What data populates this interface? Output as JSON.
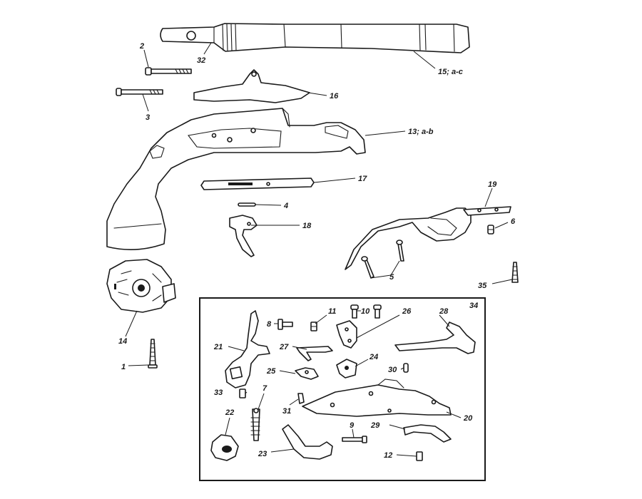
{
  "diagram": {
    "labels": {
      "p1": "1",
      "p2": "2",
      "p3": "3",
      "p4": "4",
      "p5": "5",
      "p6": "6",
      "p7": "7",
      "p8": "8",
      "p9": "9",
      "p10": "10",
      "p11": "11",
      "p12": "12",
      "p13": "13; a-b",
      "p14": "14",
      "p15": "15; a-c",
      "p16": "16",
      "p17": "17",
      "p18": "18",
      "p19": "19",
      "p20": "20",
      "p21": "21",
      "p22": "22",
      "p23": "23",
      "p24": "24",
      "p25": "25",
      "p26": "26",
      "p27": "27",
      "p28": "28",
      "p29": "29",
      "p30": "30",
      "p31": "31",
      "p32": "32",
      "p33": "33",
      "p34": "34",
      "p35": "35"
    }
  }
}
